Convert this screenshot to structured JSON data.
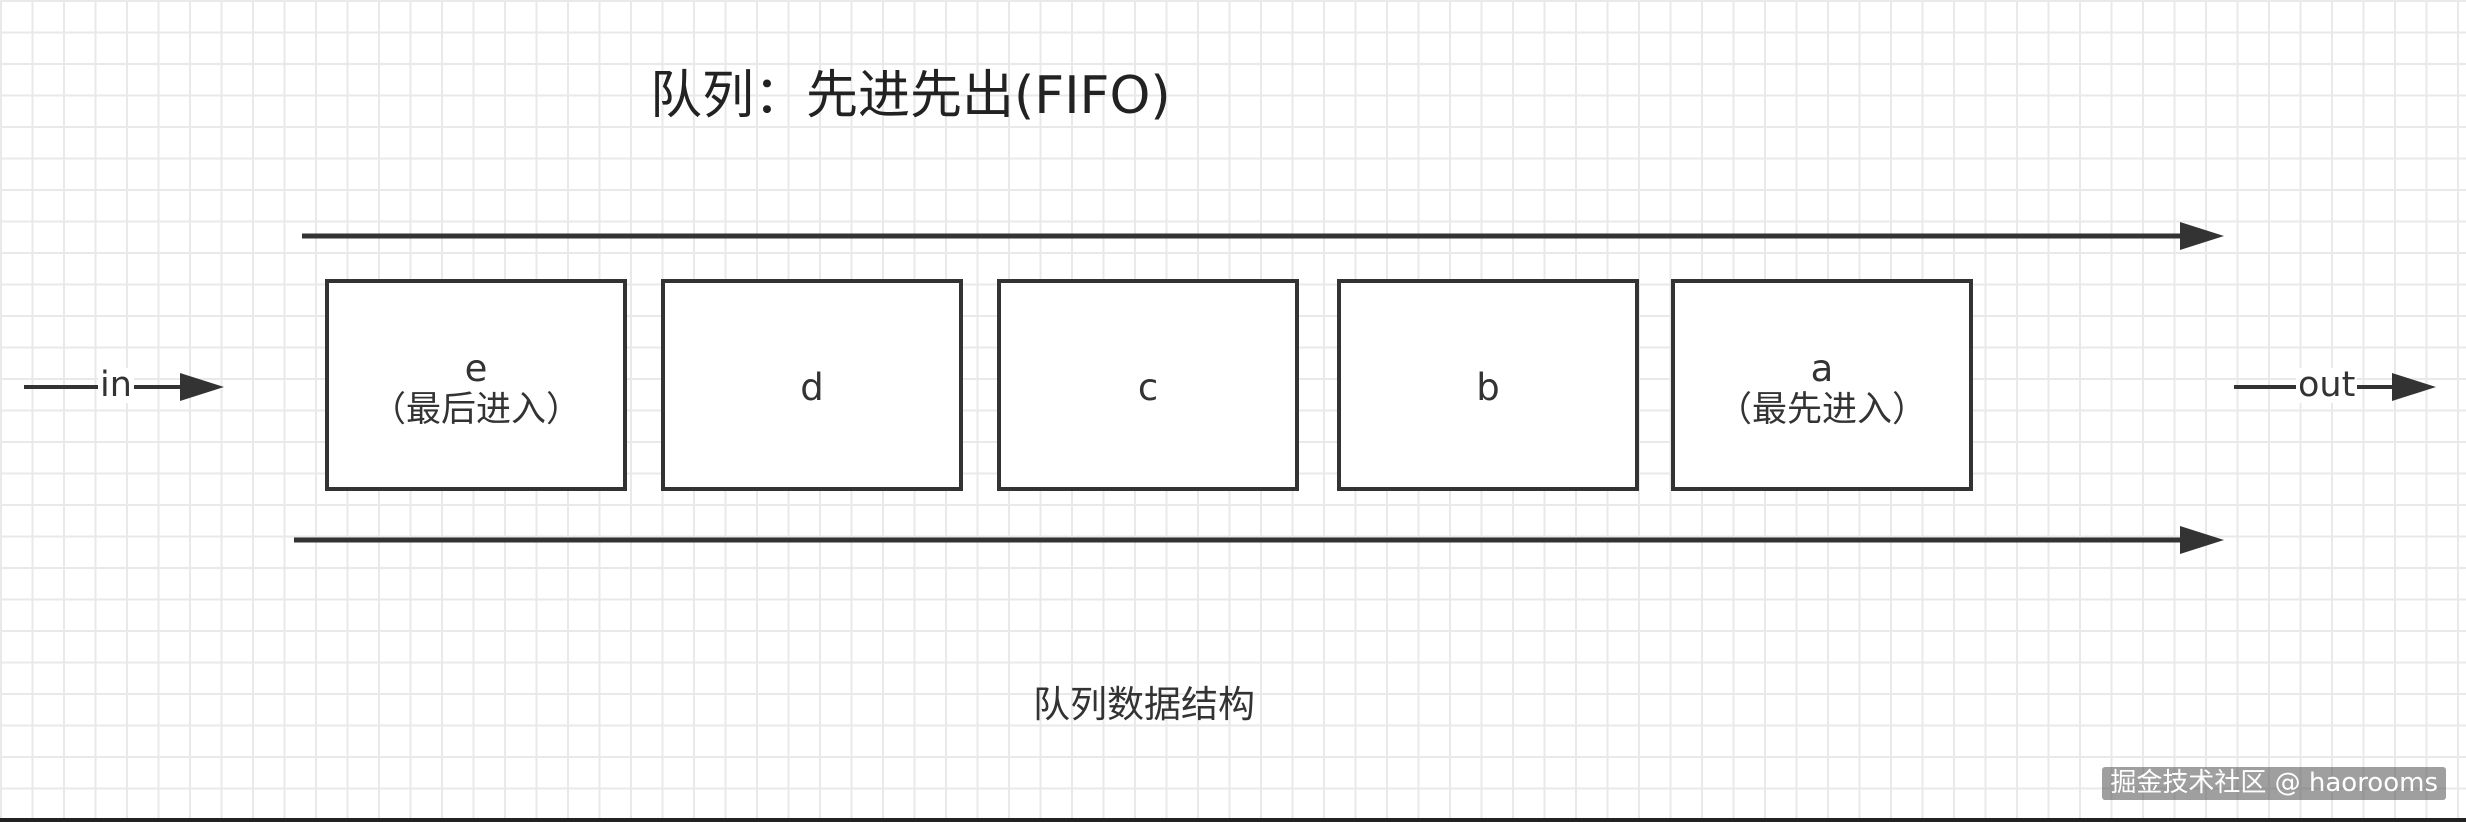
{
  "title": "队列：先进先出(FIFO)",
  "caption": "队列数据结构",
  "in_label": "in",
  "out_label": "out",
  "boxes": [
    {
      "letter": "e",
      "sub": "（最后进入）"
    },
    {
      "letter": "d",
      "sub": ""
    },
    {
      "letter": "c",
      "sub": ""
    },
    {
      "letter": "b",
      "sub": ""
    },
    {
      "letter": "a",
      "sub": "（最先进入）"
    }
  ],
  "watermark": "掘金技术社区 @ haorooms",
  "colors": {
    "line": "#333333",
    "grid": "#e9e9e9",
    "background": "#ffffff"
  }
}
